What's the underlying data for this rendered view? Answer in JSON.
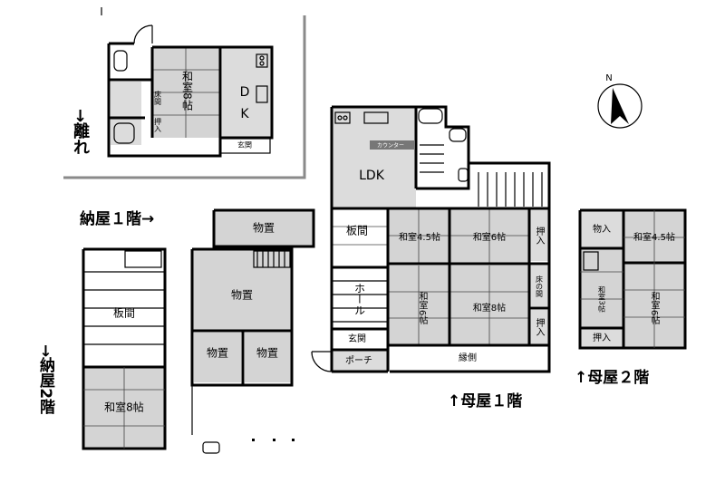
{
  "rooms": {
    "hanare_washitsu": "和室8帖",
    "hanare_dk": "DK",
    "hanare_tokonoma": "床間",
    "hanare_oshiire": "押入",
    "hanare_genkan": "玄関",
    "ldk": "LDK",
    "counter": "カウンター",
    "itama_main": "板間",
    "hall": "ホール",
    "genkan_main": "玄関",
    "porch": "ポーチ",
    "washitsu_45_1f": "和室4.5帖",
    "washitsu_6_top": "和室6帖",
    "washitsu_6_left": "和室6帖",
    "washitsu_8_1f": "和室8帖",
    "oshiire_1f_top": "押入",
    "tokonoma_1f": "床の間",
    "oshiire_1f_bottom": "押入",
    "engawa": "縁側",
    "monooki_top": "物置",
    "monooki_mid": "物置",
    "monooki_left": "物置",
    "monooki_right": "物置",
    "nayas2_itama": "板間",
    "nayas2_washitsu": "和室8帖",
    "f2_mono_ire": "物入",
    "f2_washitsu_45": "和室4.5帖",
    "f2_washitsu_3": "和室3帖",
    "f2_washitsu_6": "和室6帖",
    "f2_oshiire": "押入"
  },
  "labels": {
    "hanare": "→離れ",
    "naya1": "納屋１階→",
    "naya2": "→納屋2階",
    "omoya1": "↑母屋１階",
    "omoya2": "↑母屋２階",
    "north": "N"
  }
}
